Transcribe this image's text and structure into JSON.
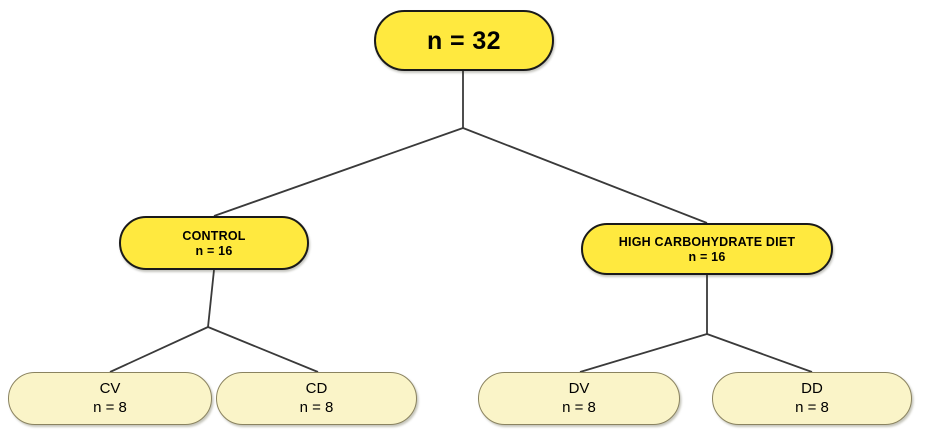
{
  "diagram": {
    "type": "tree",
    "title_present": false,
    "background_color": "#ffffff",
    "colors": {
      "root_fill": "#ffe93f",
      "root_stroke": "#1a1a1a",
      "mid_fill": "#ffe93f",
      "mid_stroke": "#1a1a1a",
      "leaf_fill": "#faf4c8",
      "leaf_stroke": "#8a8360",
      "edge_stroke": "#3a3a3a",
      "text": "#000000"
    },
    "nodes": {
      "root": {
        "id": "root",
        "line1": "n = 32",
        "line2": "",
        "level": "root"
      },
      "control": {
        "id": "control",
        "line1": "CONTROL",
        "line2": "n = 16",
        "level": "mid"
      },
      "high_carb": {
        "id": "high-carbohydrate-diet",
        "line1": "HIGH CARBOHYDRATE DIET",
        "line2": "n = 16",
        "level": "mid"
      },
      "cv": {
        "id": "cv",
        "line1": "CV",
        "line2": "n = 8",
        "level": "leaf"
      },
      "cd": {
        "id": "cd",
        "line1": "CD",
        "line2": "n = 8",
        "level": "leaf"
      },
      "dv": {
        "id": "dv",
        "line1": "DV",
        "line2": "n = 8",
        "level": "leaf"
      },
      "dd": {
        "id": "dd",
        "line1": "DD",
        "line2": "n = 8",
        "level": "leaf"
      }
    },
    "edges": [
      {
        "from": "root",
        "to": "branch-top"
      },
      {
        "from": "branch-top",
        "to": "control"
      },
      {
        "from": "branch-top",
        "to": "high_carb"
      },
      {
        "from": "control",
        "to": "branch-left"
      },
      {
        "from": "branch-left",
        "to": "cv"
      },
      {
        "from": "branch-left",
        "to": "cd"
      },
      {
        "from": "high_carb",
        "to": "branch-right"
      },
      {
        "from": "branch-right",
        "to": "dv"
      },
      {
        "from": "branch-right",
        "to": "dd"
      }
    ]
  }
}
